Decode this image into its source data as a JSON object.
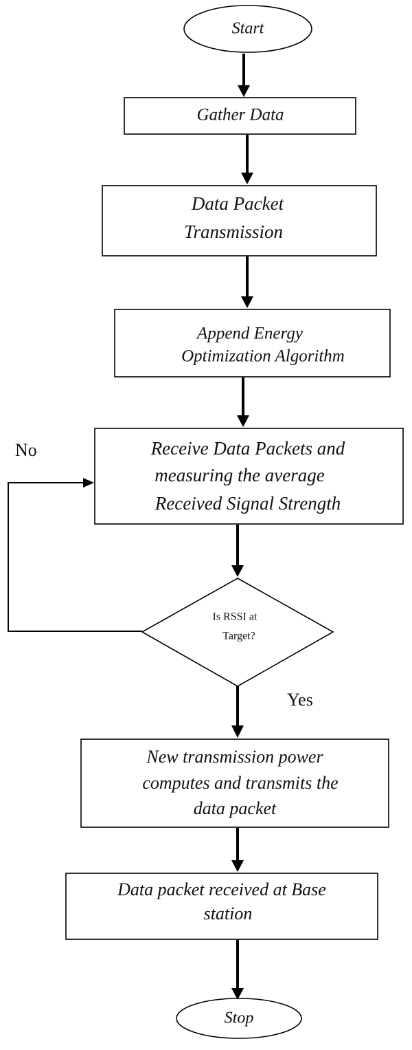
{
  "nodes": {
    "start": {
      "label": "Start"
    },
    "gather": {
      "label": "Gather Data"
    },
    "transmission": {
      "line1": "Data Packet",
      "line2": "Transmission"
    },
    "append": {
      "line1": "Append Energy",
      "line2": "Optimization Algorithm"
    },
    "receive": {
      "line1": "Receive Data Packets and",
      "line2": "measuring the average",
      "line3": "Received Signal Strength"
    },
    "decision": {
      "line1": "Is RSSI at",
      "line2": "Target?"
    },
    "compute": {
      "line1": "New transmission power",
      "line2": "computes and transmits the",
      "line3": "data packet"
    },
    "base": {
      "line1": "Data packet received at Base",
      "line2": "station"
    },
    "stop": {
      "label": "Stop"
    }
  },
  "edges": {
    "no_label": "No",
    "yes_label": "Yes"
  }
}
